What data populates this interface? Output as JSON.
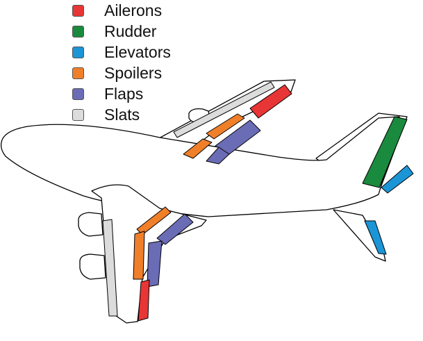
{
  "legend": {
    "items": [
      {
        "label": "Ailerons",
        "color": "#e83535"
      },
      {
        "label": "Rudder",
        "color": "#1a8a3e"
      },
      {
        "label": "Elevators",
        "color": "#1b95d6"
      },
      {
        "label": "Spoilers",
        "color": "#f07f2a"
      },
      {
        "label": "Flaps",
        "color": "#6b6cb6"
      },
      {
        "label": "Slats",
        "color": "#dcdcdc"
      }
    ]
  },
  "colors": {
    "outline": "#000000",
    "fill": "#ffffff"
  }
}
